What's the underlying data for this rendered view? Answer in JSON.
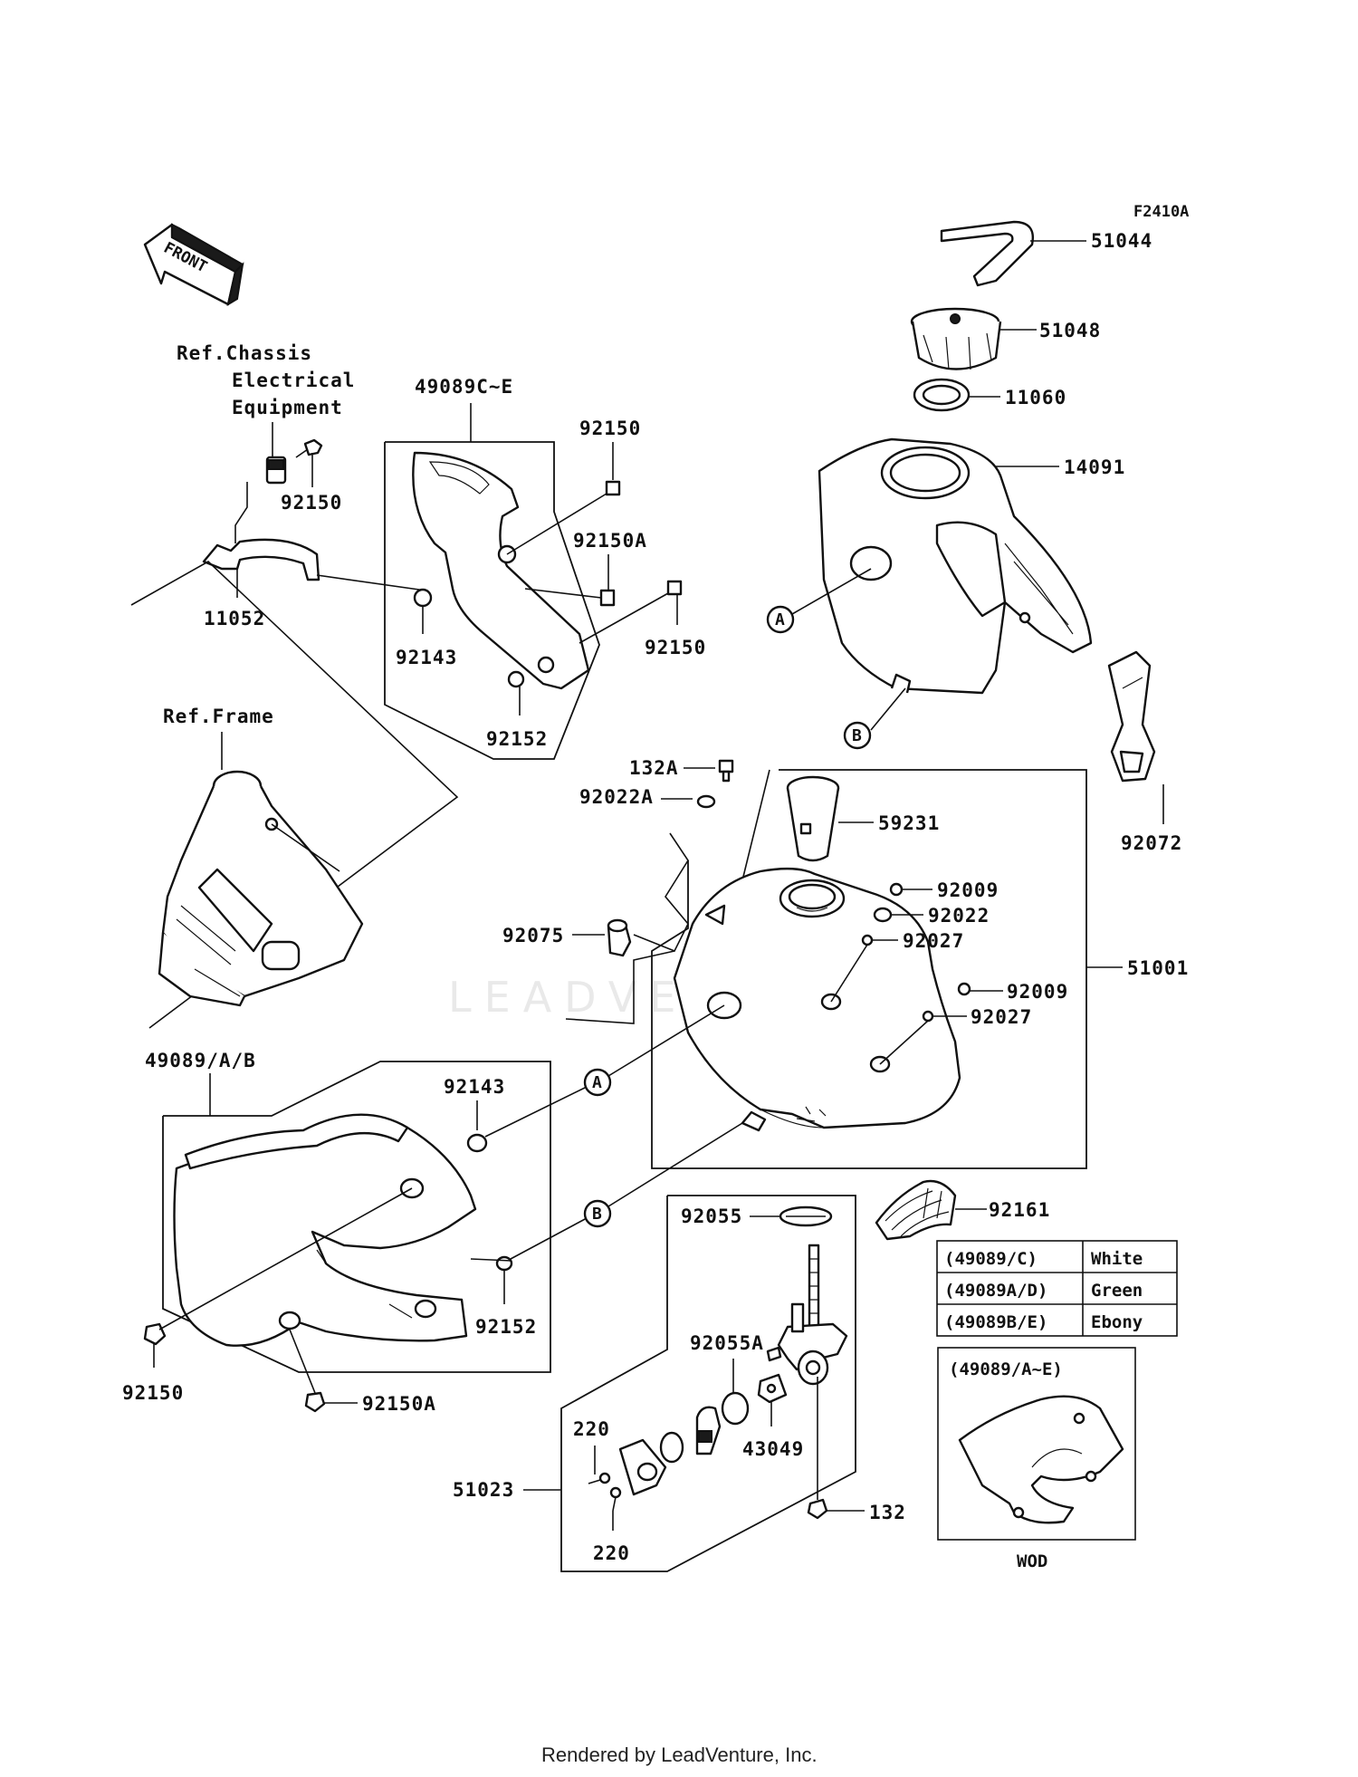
{
  "diagram_code": "F2410A",
  "front_label": "FRONT",
  "footer": "Rendered by LeadVenture, Inc.",
  "watermark": "LEADVENTURE",
  "references": {
    "chassis": [
      "Ref.Chassis",
      "Electrical",
      "Equipment"
    ],
    "frame": "Ref.Frame"
  },
  "parts": {
    "p51044": "51044",
    "p51048": "51048",
    "p11060": "11060",
    "p14091": "14091",
    "p92072": "92072",
    "p59231": "59231",
    "p132A": "132A",
    "p92022A": "92022A",
    "p92009a": "92009",
    "p92022": "92022",
    "p92027a": "92027",
    "p51001": "51001",
    "p92009b": "92009",
    "p92027b": "92027",
    "p92075": "92075",
    "p49089C_E": "49089C~E",
    "p92150a": "92150",
    "p92150b": "92150",
    "p92150A_top": "92150A",
    "p92150c": "92150",
    "p11052": "11052",
    "p92143_top": "92143",
    "p92152_top": "92152",
    "p49089_A_B": "49089/A/B",
    "p92143_bot": "92143",
    "p92152_bot": "92152",
    "p92150d": "92150",
    "p92150A_bot": "92150A",
    "p92161": "92161",
    "p92055": "92055",
    "p92055A": "92055A",
    "p43049": "43049",
    "p220a": "220",
    "p220b": "220",
    "p51023": "51023",
    "p132": "132"
  },
  "callouts": {
    "A1": "A",
    "B1": "B",
    "A2": "A",
    "B2": "B"
  },
  "color_table": {
    "rows": [
      {
        "code": "(49089/C)",
        "color": "White"
      },
      {
        "code": "(49089A/D)",
        "color": "Green"
      },
      {
        "code": "(49089B/E)",
        "color": "Ebony"
      }
    ]
  },
  "inset": {
    "code": "(49089/A~E)",
    "caption": "WOD"
  }
}
